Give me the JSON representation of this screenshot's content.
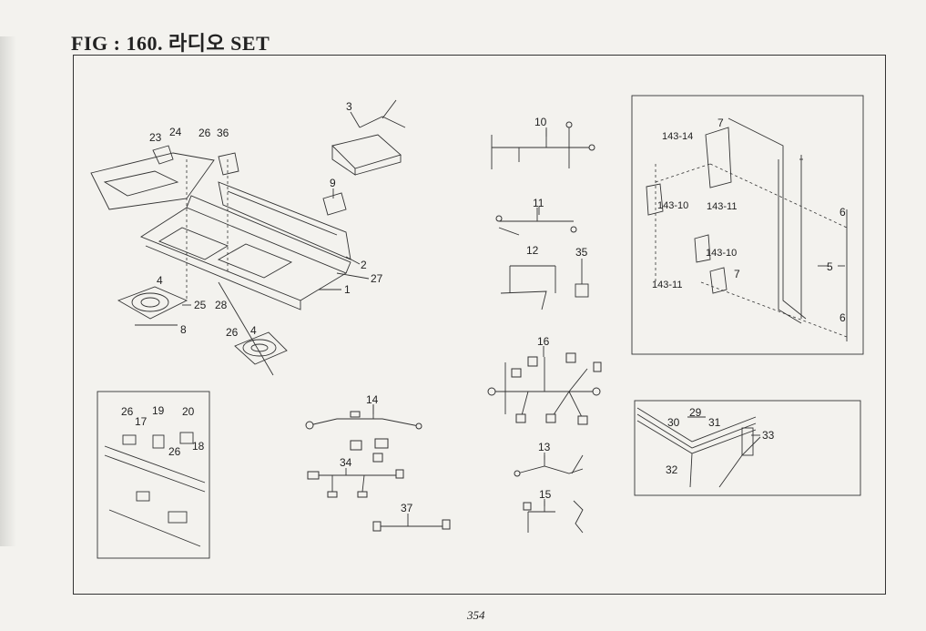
{
  "header": {
    "title": "FIG : 160. 라디오 SET"
  },
  "footer": {
    "page_number": "354"
  },
  "callouts": {
    "c1": "1",
    "c2": "2",
    "c3": "3",
    "c4a": "4",
    "c4b": "4",
    "c6a": "6",
    "c6b": "6",
    "c7a": "7",
    "c7b": "7",
    "c5": "5",
    "c8": "8",
    "c9": "9",
    "c10": "10",
    "c11": "11",
    "c12": "12",
    "c13": "13",
    "c14": "14",
    "c15": "15",
    "c16": "16",
    "c17": "17",
    "c18": "18",
    "c19": "19",
    "c20": "20",
    "c23": "23",
    "c24": "24",
    "c25": "25",
    "c26a": "26",
    "c26b": "26",
    "c26c": "26",
    "c26d": "26",
    "c27": "27",
    "c28": "28",
    "c29": "29",
    "c30": "30",
    "c31": "31",
    "c32": "32",
    "c33": "33",
    "c34": "34",
    "c35": "35",
    "c36": "36",
    "c37": "37",
    "c14314": "143-14",
    "c14310a": "143-10",
    "c14311a": "143-11",
    "c14310b": "143-10",
    "c14311b": "143-11"
  }
}
